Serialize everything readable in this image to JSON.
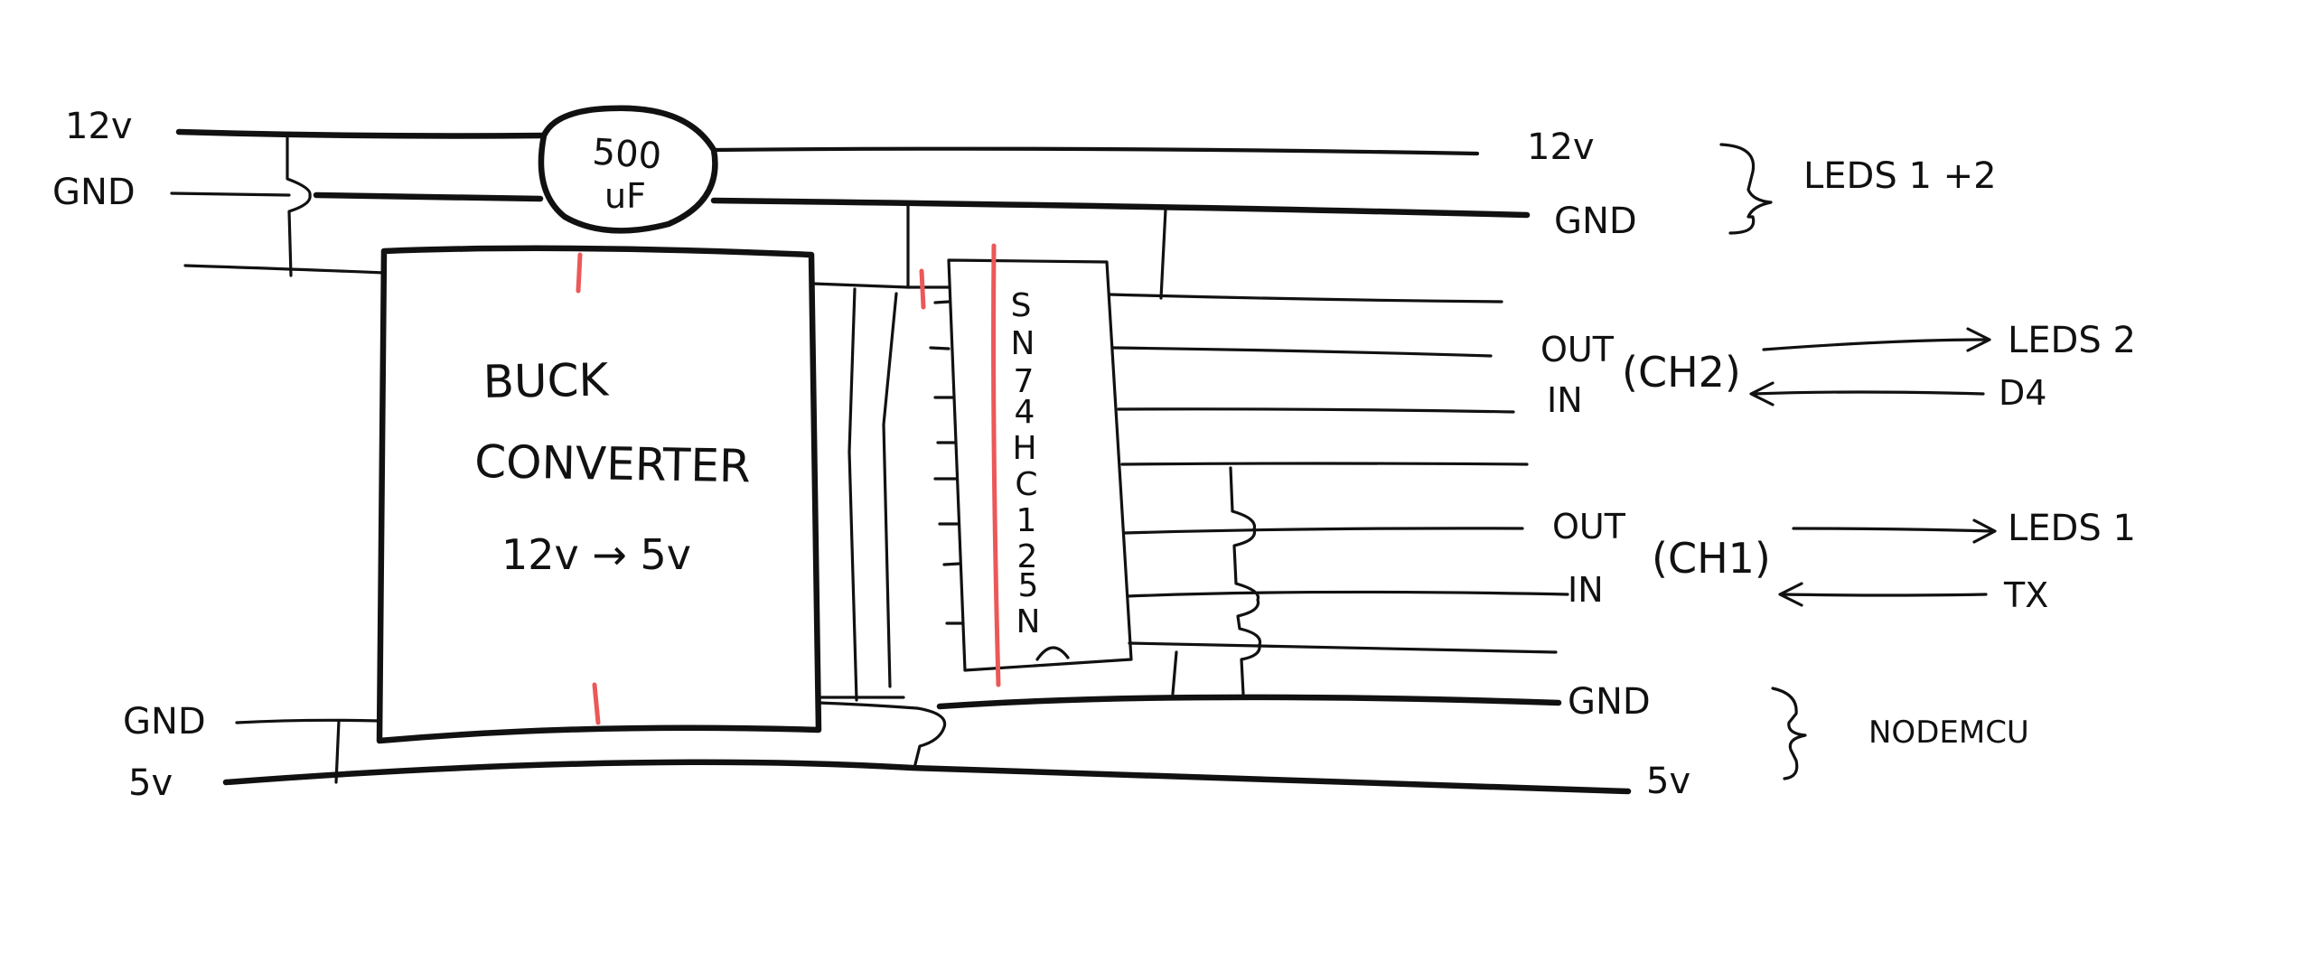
{
  "diagram": {
    "left_labels": {
      "v12": "12v",
      "gnd_top": "GND",
      "gnd_bottom": "GND",
      "v5": "5v"
    },
    "capacitor": {
      "line1": "500",
      "line2": "uF"
    },
    "buck": {
      "line1": "BUCK",
      "line2": "CONVERTER",
      "rating": "12v → 5v"
    },
    "chip": {
      "name": "SN74HC125N",
      "chars": [
        "S",
        "N",
        "7",
        "4",
        "H",
        "C",
        "1",
        "2",
        "5",
        "N"
      ]
    },
    "right_labels": {
      "v12": "12v",
      "gnd_top": "GND",
      "out2": "OUT",
      "in2": "IN",
      "ch2": "(CH2)",
      "out1": "OUT",
      "in1": "IN",
      "ch1": "(CH1)",
      "gnd_bottom": "GND",
      "v5": "5v"
    },
    "targets": {
      "leds12": "LEDS 1 +2",
      "leds2": "LEDS 2",
      "d4": "D4",
      "leds1": "LEDS 1",
      "tx": "TX",
      "nodemcu": "NODEMCU"
    },
    "colors": {
      "ink": "#111111",
      "marker_red": "#ec5858",
      "background": "#ffffff"
    }
  }
}
